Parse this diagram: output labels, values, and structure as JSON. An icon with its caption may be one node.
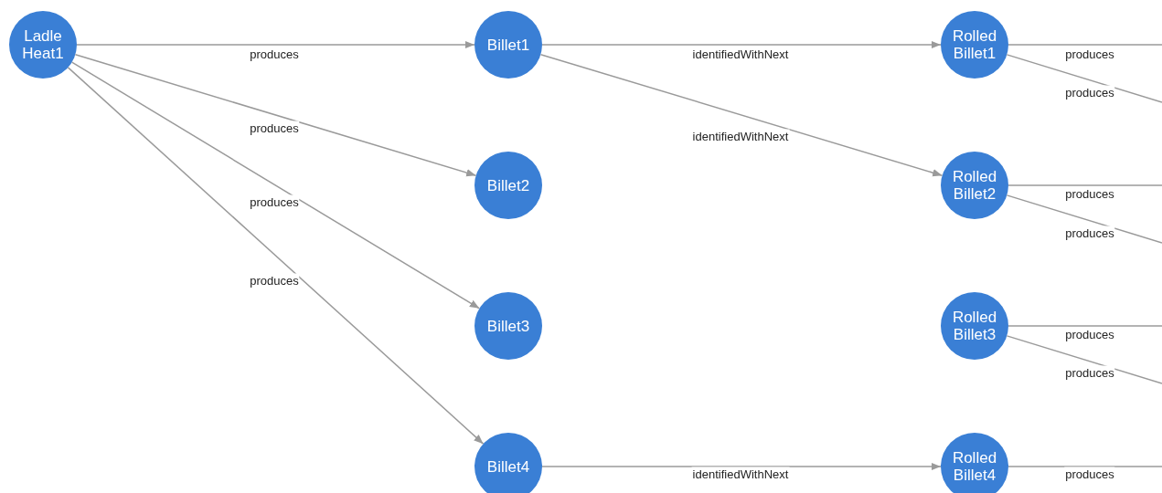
{
  "diagram": {
    "nodes": [
      {
        "text": [
          "Ladle Heat1"
        ]
      },
      {
        "text": [
          "Billet1"
        ]
      },
      {
        "text": [
          "Billet2"
        ]
      },
      {
        "text": [
          "Billet3"
        ]
      },
      {
        "text": [
          "Billet4"
        ]
      },
      {
        "text": [
          "Rolled Billet1"
        ]
      },
      {
        "text": [
          "Rolled Billet2"
        ]
      },
      {
        "text": [
          "Rolled Billet3"
        ]
      },
      {
        "text": [
          "Rolled Billet4"
        ]
      }
    ],
    "edges": [
      {
        "from": 0,
        "to": 1,
        "arrow": "to",
        "label": "produces"
      },
      {
        "from": 0,
        "to": 2,
        "arrow": "to",
        "label": "produces"
      },
      {
        "from": 0,
        "to": 3,
        "arrow": "to",
        "label": "produces"
      },
      {
        "from": 0,
        "to": 4,
        "arrow": "to",
        "label": "produces"
      },
      {
        "from": 1,
        "to": 5,
        "arrow": "to",
        "label": "identifiedWithNext"
      },
      {
        "from": 1,
        "to": 6,
        "arrow": "to",
        "label": "identifiedWithNext"
      },
      {
        "from": 4,
        "to": 8,
        "arrow": "to",
        "label": "identifiedWithNext"
      },
      {
        "from": 5,
        "to": null,
        "arrow": "none",
        "label": "produces"
      },
      {
        "from": 5,
        "to": null,
        "arrow": "none",
        "label": "produces"
      },
      {
        "from": 6,
        "to": null,
        "arrow": "none",
        "label": "produces"
      },
      {
        "from": 6,
        "to": null,
        "arrow": "none",
        "label": "produces"
      },
      {
        "from": 7,
        "to": null,
        "arrow": "none",
        "label": "produces"
      },
      {
        "from": 7,
        "to": null,
        "arrow": "none",
        "label": "produces"
      },
      {
        "from": 8,
        "to": null,
        "arrow": "none",
        "label": "produces"
      }
    ]
  }
}
